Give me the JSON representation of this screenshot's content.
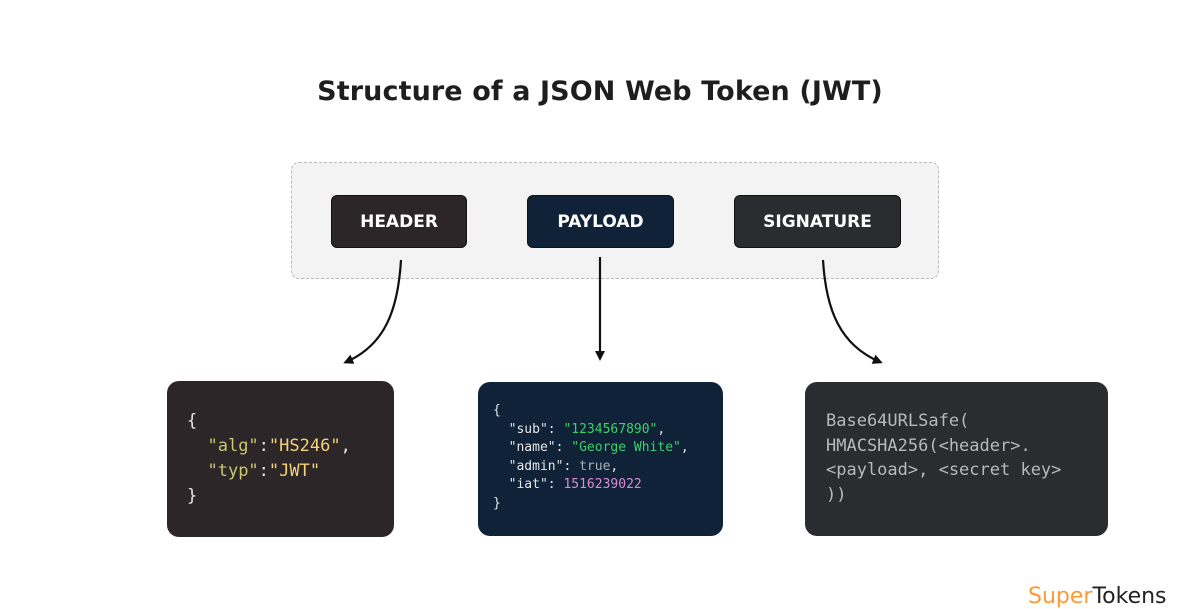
{
  "title": "Structure of a JSON Web Token (JWT)",
  "parts": {
    "header": "HEADER",
    "payload": "PAYLOAD",
    "signature": "SIGNATURE"
  },
  "header_json": {
    "open": "{",
    "alg_key": "\"alg\"",
    "alg_value": "\"HS246\"",
    "typ_key": "\"typ\"",
    "typ_value": "\"JWT\"",
    "close": "}"
  },
  "payload_json": {
    "open": "{",
    "sub_key": "\"sub\"",
    "sub_value": "\"1234567890\"",
    "name_key": "\"name\"",
    "name_value": "\"George White\"",
    "admin_key": "\"admin\"",
    "admin_value": "true",
    "iat_key": "\"iat\"",
    "iat_value": "1516239022",
    "close": "}"
  },
  "signature_formula": {
    "line1": "Base64URLSafe(",
    "line2": "HMACSHA256(<header>.",
    "line3": "<payload>, <secret key>",
    "line4": "))"
  },
  "brand": {
    "part1": "Super",
    "part2": "Tokens"
  },
  "colors": {
    "header_bg": "#2c2628",
    "payload_bg": "#0f2238",
    "signature_bg": "#2a2c30",
    "brand_accent": "#ff9933"
  }
}
